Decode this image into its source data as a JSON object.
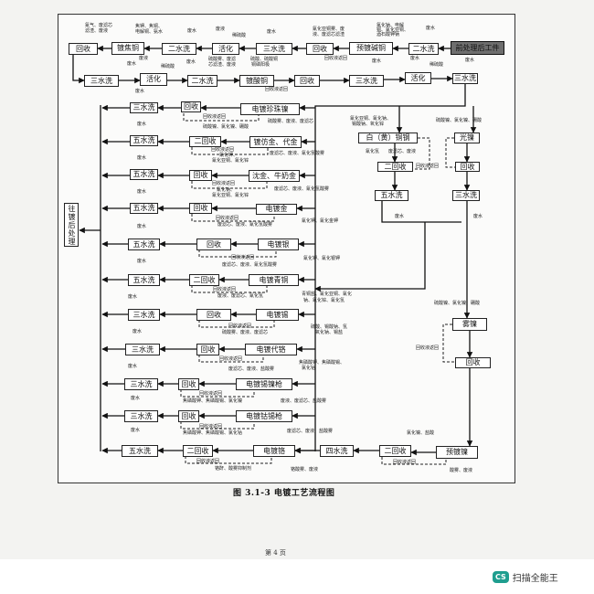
{
  "boxes": [
    "回收",
    "镀焦铜",
    "二水洗",
    "活化",
    "三水洗",
    "回收",
    "预镀碱铜",
    "二水洗",
    "前处理后工件",
    "三水洗",
    "活化",
    "二水洗",
    "镀酸铜",
    "回收",
    "三水洗",
    "活化",
    "三水洗",
    "三水洗",
    "回收",
    "电镀珍珠镍",
    "五水洗",
    "二回收",
    "镀仿金、代金",
    "五水洗",
    "回收",
    "沈金、牛奶金",
    "五水洗",
    "回收",
    "电镀金",
    "五水洗",
    "回收",
    "电镀银",
    "五水洗",
    "二回收",
    "电镀青铜",
    "三水洗",
    "回收",
    "电镀锡",
    "三水洗",
    "回收",
    "电镀代铬",
    "三水洗",
    "回收",
    "电镀锡镍枪",
    "三水洗",
    "回收",
    "电镀钴锡枪",
    "五水洗",
    "二回收",
    "电镀铬",
    "四水洗",
    "二回收",
    "预镀镍",
    "白（黄）铜钢",
    "光镍",
    "二回收",
    "回收",
    "五水洗",
    "三水洗",
    "雾镍",
    "回收",
    "往镀后处理"
  ],
  "annotations": [
    "氰气、废滤芯",
    "滤渣、废液",
    "焦钾、焦铜、",
    "电解铜、氨水",
    "废水",
    "废液",
    "稀硫酸",
    "废水",
    "氰化亚铜雾、废",
    "液、废滤芯滤渣",
    "氯化钠、电解",
    "铜、氰化亚铜、",
    "酒石酸钾钠",
    "废水",
    "废水",
    "废液",
    "稀硫酸",
    "废水",
    "硫酸雾、废滤",
    "芯滤渣、废液",
    "硫酸、硫酸铜",
    "铜磷阳极",
    "回收液返回",
    "回收液返回",
    "废水",
    "废水",
    "稀硫酸",
    "废水",
    "废水",
    "回收液返回",
    "硫酸雾、废液、废滤芯",
    "硫酸镍、氯化镍、硼酸",
    "废水",
    "回收液返回",
    "氰化钾、",
    "氰化亚铜、氰化锌",
    "废滤芯、废液、氰化氢酸雾",
    "废水",
    "回收液返回",
    "氰化钠、",
    "氰化亚铜、氰化锌",
    "废滤芯、废液、氰化氢酸雾",
    "废水",
    "回收液返回",
    "废滤芯、废液、氰化氢酸雾",
    "氰化钾、氰化金钾",
    "废水",
    "回收液返回",
    "废滤芯、废液、氰化氢酸雾",
    "氰化钾、氰化银钾",
    "废水",
    "回收液返回",
    "废液、废滤芯、氰化氢",
    "青铜盐、氰化亚铜、氰化",
    "钠、氰化锌、氰化氢",
    "废水",
    "回收液返回",
    "硫酸雾、废液、废滤芯",
    "硫酸、锡酸钠、氢",
    "氧化钠、锡盐",
    "废水",
    "回收液返回",
    "废滤芯、废液、盐酸雾",
    "焦磷酸钾、焦磷酸锡、",
    "氯化钴",
    "废水",
    "回收液返回",
    "焦磷酸钾、焦磷酸锡、氯化镍",
    "废液、废滤芯、盐酸雾",
    "废水",
    "回收液返回",
    "焦磷酸钾、焦磷酸锡、氯化钴",
    "废滤芯、废液、盐酸雾",
    "废水",
    "回收液返回",
    "铬酐、酸雾抑制剂",
    "铬酸雾、废液",
    "氰化亚铜、氰化钠、",
    "锡酸钠、氧化锌",
    "硫酸镍、氯化镍、硼酸",
    "氰化氢",
    "废滤芯、废液",
    "回收液返回",
    "废水",
    "废水",
    "硫酸镍、氯化镍、硼酸",
    "回收液返回",
    "氯化镍、盐酸",
    "回收液返回",
    "酸雾、废液"
  ],
  "caption": "图 3.1-3   电镀工艺流程图",
  "page_number": "第 4 页",
  "watermark": {
    "badge": "CS",
    "text": "扫描全能王"
  }
}
